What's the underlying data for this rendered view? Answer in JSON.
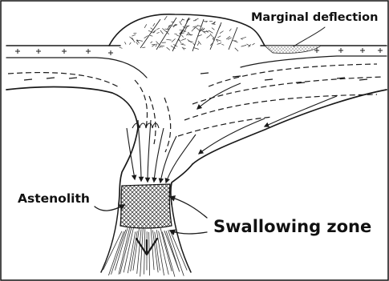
{
  "labels": {
    "marginal_deflection": "Marginal deflection",
    "astenolith": "Astenolith",
    "swallowing_zone": "Swallowing zone"
  },
  "colors": {
    "ink": "#1a1a1a",
    "background": "#ffffff",
    "frame": "#111111"
  }
}
